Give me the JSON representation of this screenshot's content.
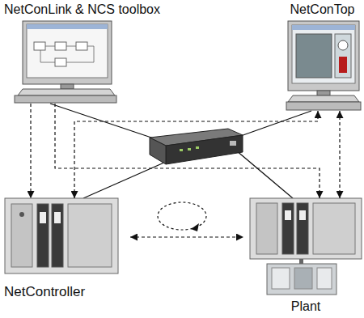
{
  "diagram": {
    "nodes": [
      {
        "text": [
          "NetConLink & NCS toolbox"
        ]
      },
      {
        "text": [
          "NetConTop"
        ]
      },
      {
        "text": [
          "NetController"
        ]
      },
      {
        "text": [
          "Plant"
        ]
      }
    ],
    "edges": [
      {
        "from": 0,
        "to": 2,
        "arrow": "to"
      },
      {
        "from": 0,
        "to": 3,
        "arrow": "to"
      },
      {
        "from": 2,
        "to": 1,
        "arrow": "both"
      },
      {
        "from": 1,
        "to": 3,
        "arrow": "both"
      },
      {
        "from": 2,
        "to": 3,
        "arrow": "both"
      }
    ]
  }
}
